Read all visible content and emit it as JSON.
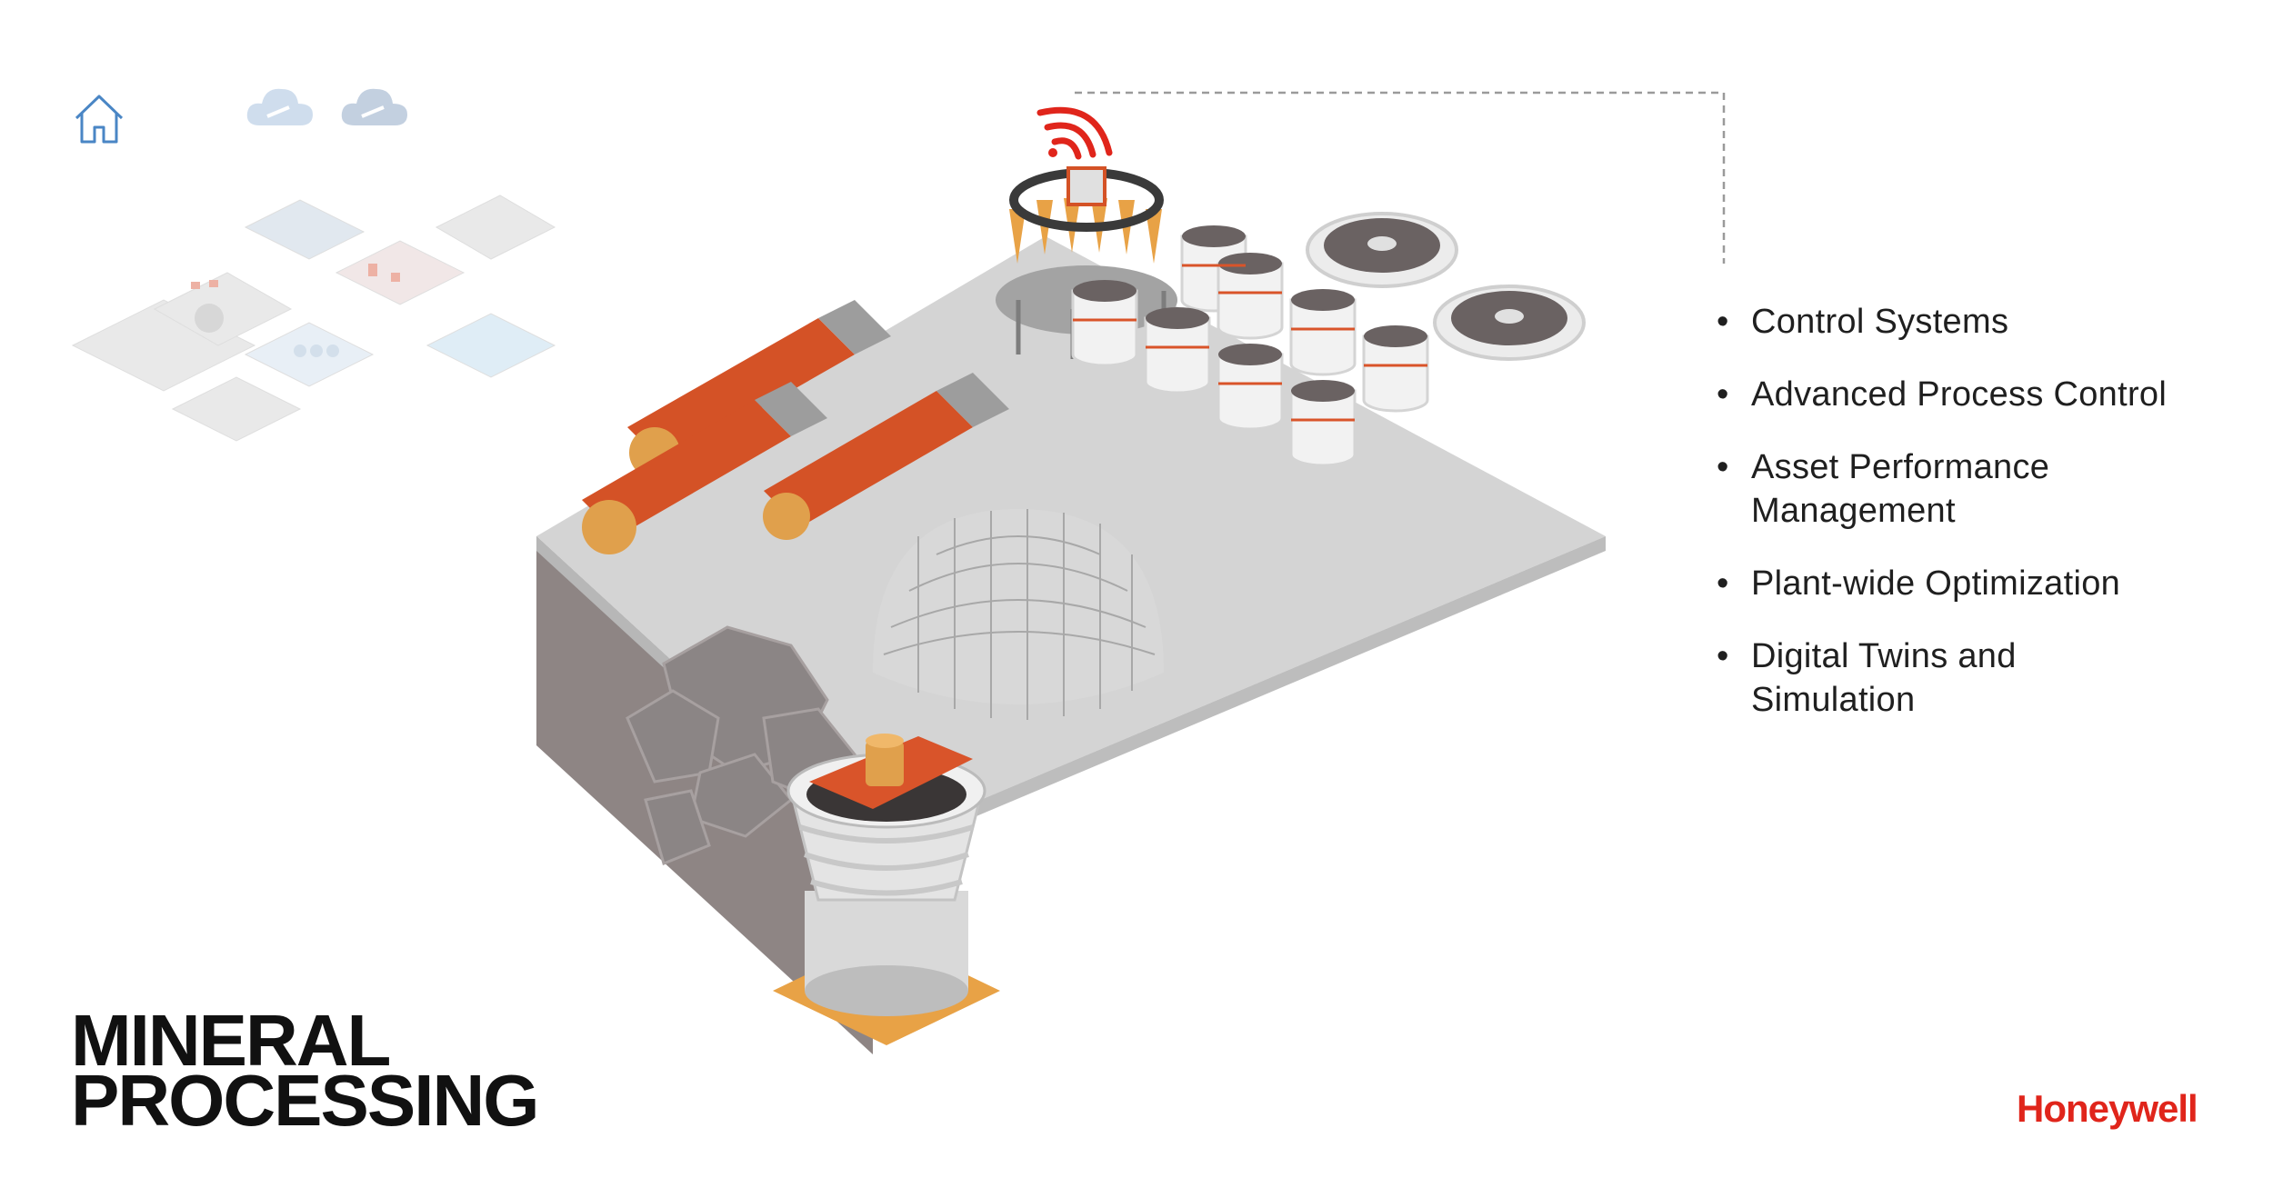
{
  "nav": {
    "home_icon": "home-icon",
    "clouds": [
      "cloud-icon",
      "cloud-icon"
    ]
  },
  "features": [
    "Control Systems",
    "Advanced Process Control",
    "Asset Performance Management",
    "Plant-wide Optimization",
    "Digital Twins and Simulation"
  ],
  "title": {
    "line1": "MINERAL",
    "line2": "PROCESSING"
  },
  "brand": "Honeywell",
  "colors": {
    "accent": "#e0251b",
    "orange": "#d9542a",
    "gold": "#f0a640",
    "concrete": "#d6d6d6",
    "wall": "#8a8280"
  }
}
